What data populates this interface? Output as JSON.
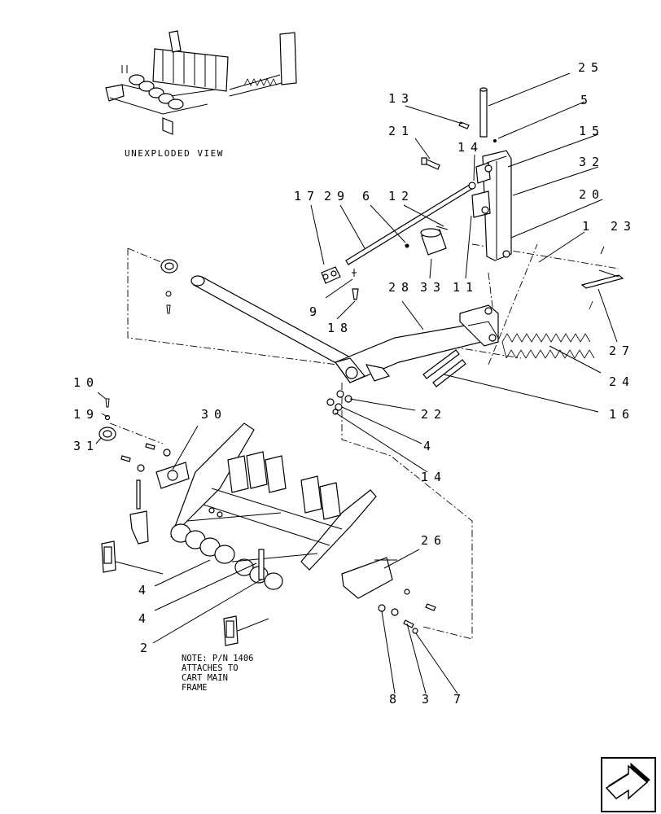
{
  "caption": "UNEXPLODED VIEW",
  "note": [
    "NOTE: P/N 1406",
    "ATTACHES TO",
    "CART MAIN",
    "FRAME"
  ],
  "callouts": {
    "c25": "25",
    "c5": "5",
    "c13": "13",
    "c15": "15",
    "c21": "21",
    "c14a": "14",
    "c32": "32",
    "c17": "17",
    "c29": "29",
    "c6": "6",
    "c12": "12",
    "c20": "20",
    "c1": "1",
    "c23": "23",
    "c28": "28",
    "c33": "33",
    "c11": "11",
    "c9": "9",
    "c18": "18",
    "c27": "27",
    "c24": "24",
    "c10": "10",
    "c19": "19",
    "c30": "30",
    "c22": "22",
    "c16": "16",
    "c31": "31",
    "c4a": "4",
    "c14b": "14",
    "c26": "26",
    "c4b": "4",
    "c4c": "4",
    "c2": "2",
    "c8": "8",
    "c3": "3",
    "c7": "7"
  },
  "icons": {
    "navigation": "next-arrow-icon"
  }
}
